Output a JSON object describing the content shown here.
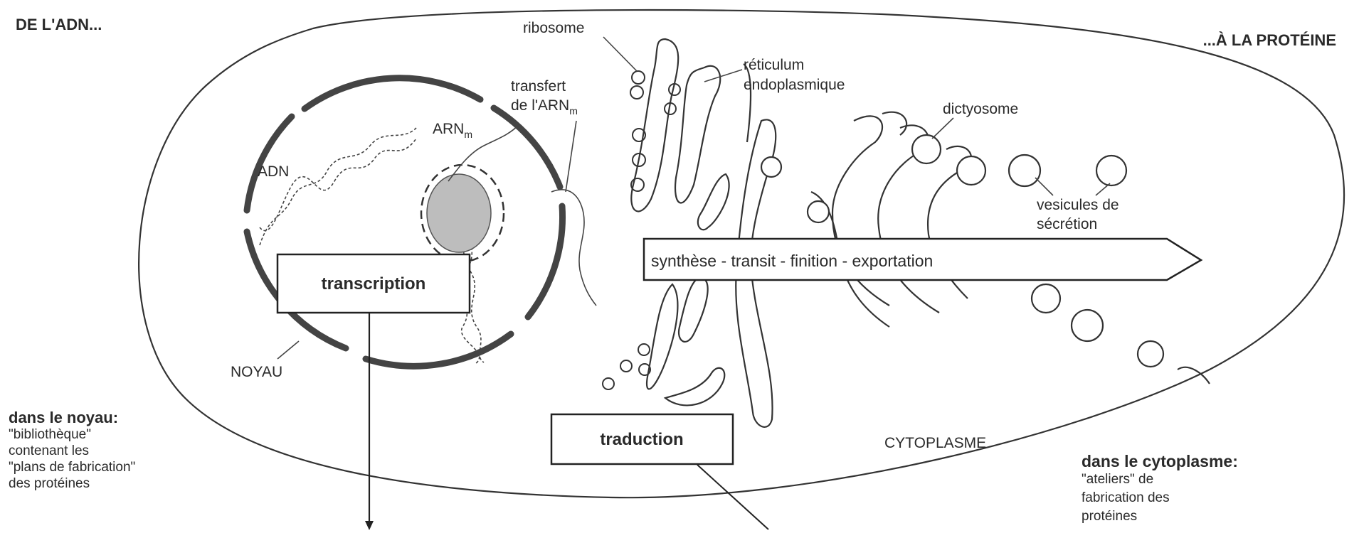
{
  "headings": {
    "left": "DE L'ADN...",
    "right": "...À LA PROTÉINE"
  },
  "labels": {
    "ribosome": "ribosome",
    "reticulum_1": "réticulum",
    "reticulum_2": "endoplasmique",
    "transfert_1": "transfert",
    "transfert_2": "de l'ARN",
    "transfert_sub": "m",
    "arnm": "ARN",
    "arnm_sub": "m",
    "adn": "ADN",
    "dictyosome": "dictyosome",
    "vesicules_1": "vesicules de",
    "vesicules_2": "sécrétion",
    "noyau": "NOYAU",
    "cytoplasme": "CYTOPLASME"
  },
  "boxes": {
    "transcription": "transcription",
    "traduction": "traduction",
    "arrow": "synthèse  -  transit  -  finition  -  exportation"
  },
  "notes": {
    "noyau_title": "dans le noyau:",
    "noyau_lines": [
      "\"bibliothèque\"",
      "contenant les",
      "\"plans de fabrication\"",
      "des protéines"
    ],
    "cyto_title": "dans le cytoplasme:",
    "cyto_lines": [
      "\"ateliers\" de",
      "fabrication des",
      "protéines"
    ]
  }
}
